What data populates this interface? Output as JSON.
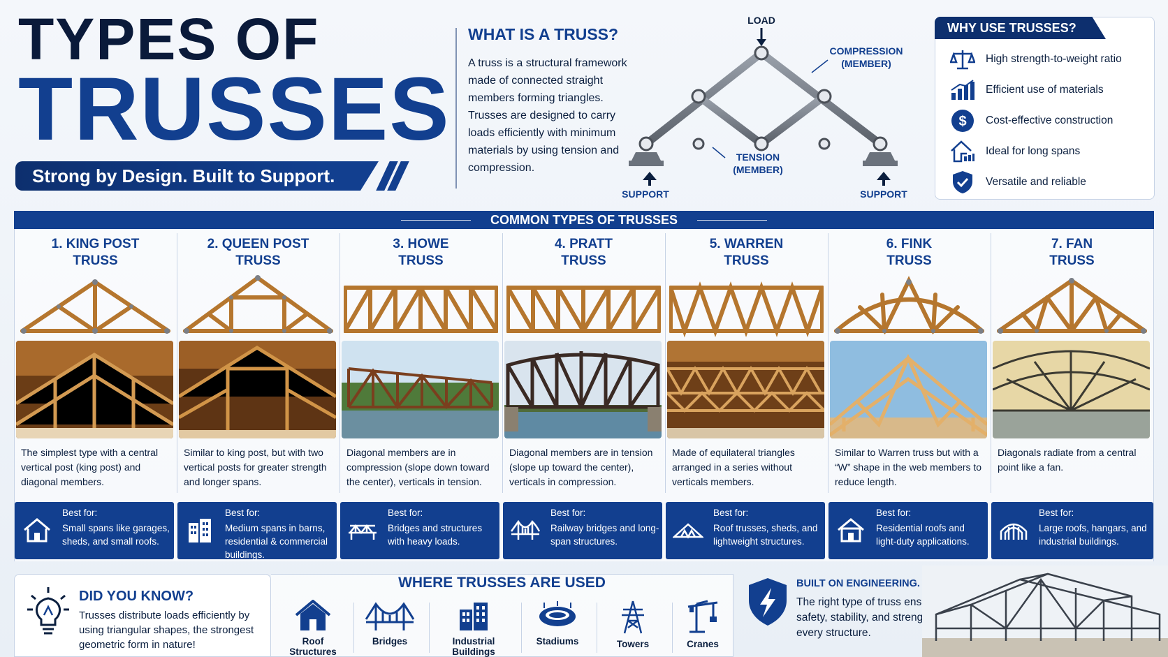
{
  "header": {
    "title_line1": "TYPES OF",
    "title_line2": "TRUSSES",
    "tagline": "Strong by Design. Built to Support."
  },
  "what": {
    "title": "WHAT IS A TRUSS?",
    "text": "A truss is a structural framework made of connected straight members forming triangles. Trusses are designed to carry loads efficiently with minimum materials by using tension and compression.",
    "labels": {
      "load": "LOAD",
      "compression_1": "COMPRESSION",
      "compression_2": "(MEMBER)",
      "tension_1": "TENSION",
      "tension_2": "(MEMBER)",
      "support_left": "SUPPORT",
      "support_right": "SUPPORT"
    }
  },
  "why": {
    "title": "WHY USE TRUSSES?",
    "items": [
      {
        "label": "High strength-to-weight ratio",
        "icon": "scale-icon"
      },
      {
        "label": "Efficient use of materials",
        "icon": "bar-chart-icon"
      },
      {
        "label": "Cost-effective construction",
        "icon": "dollar-icon"
      },
      {
        "label": "Ideal for long spans",
        "icon": "house-span-icon"
      },
      {
        "label": "Versatile and reliable",
        "icon": "shield-check-icon"
      }
    ]
  },
  "types": {
    "title": "COMMON TYPES OF TRUSSES",
    "best_for_label": "Best for:",
    "cards": [
      {
        "title_1": "1. KING POST",
        "title_2": "TRUSS",
        "desc": "The simplest type with a central vertical post (king post) and diagonal members.",
        "best": "Small spans like garages, sheds, and small roofs.",
        "icon": "house-icon"
      },
      {
        "title_1": "2. QUEEN POST",
        "title_2": "TRUSS",
        "desc": "Similar to king post, but with two vertical posts for greater strength and longer spans.",
        "best": "Medium spans in barns, residential & commercial buildings.",
        "icon": "building-icon"
      },
      {
        "title_1": "3. HOWE",
        "title_2": "TRUSS",
        "desc": "Diagonal members are in compression (slope down toward the center), verticals in tension.",
        "best": "Bridges and structures with heavy loads.",
        "icon": "bridge-icon"
      },
      {
        "title_1": "4. PRATT",
        "title_2": "TRUSS",
        "desc": "Diagonal members are in tension (slope up toward the center), verticals in compression.",
        "best": "Railway bridges and long-span structures.",
        "icon": "suspension-bridge-icon"
      },
      {
        "title_1": "5. WARREN",
        "title_2": "TRUSS",
        "desc": "Made of equilateral triangles arranged in a series without verticals members.",
        "best": "Roof trusses, sheds, and lightweight structures.",
        "icon": "truss-roof-icon"
      },
      {
        "title_1": "6. FINK",
        "title_2": "TRUSS",
        "desc": "Similar to Warren truss but with a “W” shape in the web members to reduce length.",
        "best": "Residential roofs and light-duty applications.",
        "icon": "home-icon"
      },
      {
        "title_1": "7. FAN",
        "title_2": "TRUSS",
        "desc": "Diagonals radiate from a central point like a fan.",
        "best": "Large roofs, hangars, and industrial buildings.",
        "icon": "hangar-icon"
      }
    ]
  },
  "did_you_know": {
    "title": "DID YOU KNOW?",
    "text": "Trusses distribute loads efficiently by using triangular shapes, the strongest geometric form in nature!"
  },
  "where": {
    "title": "WHERE TRUSSES ARE USED",
    "items": [
      {
        "label": "Roof Structures",
        "icon": "roof-icon"
      },
      {
        "label": "Bridges",
        "icon": "bridge-icon"
      },
      {
        "label": "Industrial Buildings",
        "icon": "factory-icon"
      },
      {
        "label": "Stadiums",
        "icon": "stadium-icon"
      },
      {
        "label": "Towers",
        "icon": "tower-icon"
      },
      {
        "label": "Cranes",
        "icon": "crane-icon"
      }
    ]
  },
  "built": {
    "title": "BUILT ON ENGINEERING. BACKED BY SCIENCE.",
    "text": "The right type of truss ensures safety, stability, and strength for every structure."
  },
  "colors": {
    "navy": "#0d2f6e",
    "brand_blue": "#123f8f",
    "wood": "#b5762e",
    "steel": "#6b727c"
  }
}
